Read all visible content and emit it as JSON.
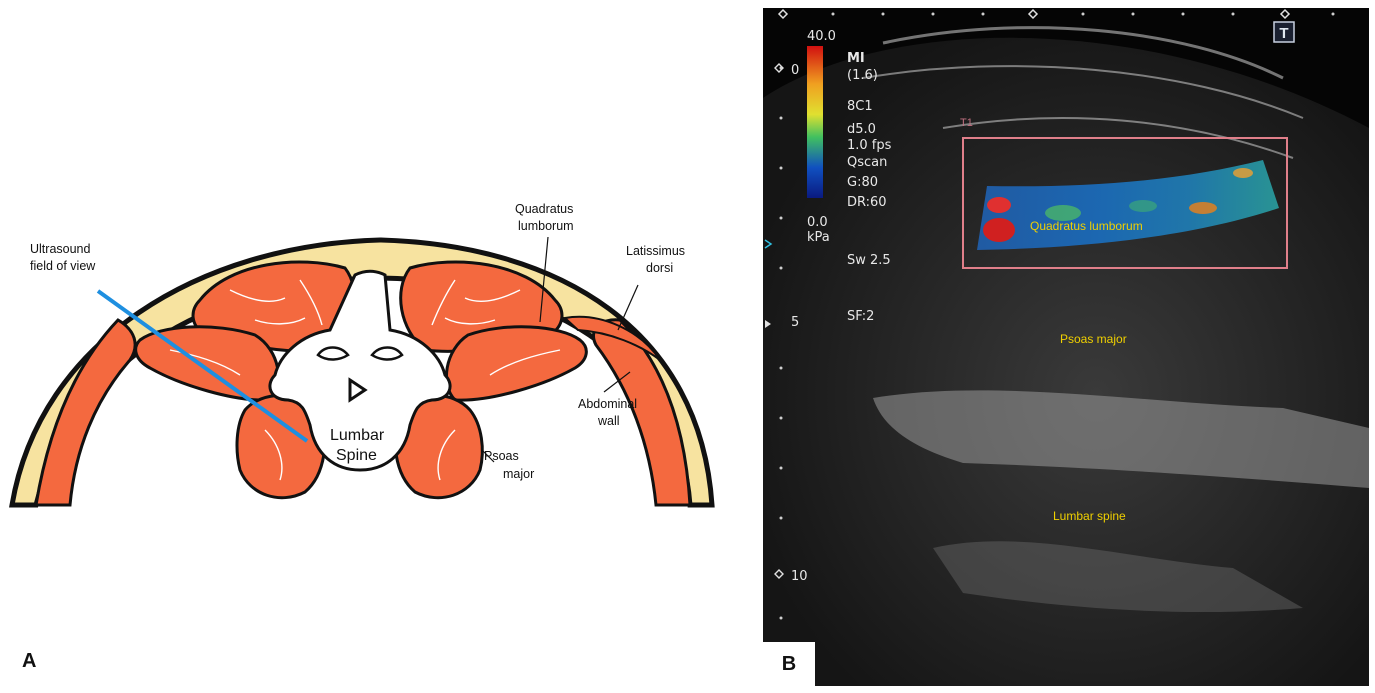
{
  "panel_a": {
    "label": "A",
    "annotations": {
      "ultrasound_line1": "Ultrasound",
      "ultrasound_line2": "field of view",
      "ql_line1": "Quadratus",
      "ql_line2": "lumborum",
      "ld_line1": "Latissimus",
      "ld_line2": "dorsi",
      "aw_line1": "Abdominal",
      "aw_line2": "wall",
      "psoas_line1": "Psoas",
      "psoas_line2": "major",
      "spine_line1": "Lumbar",
      "spine_line2": "Spine"
    },
    "colors": {
      "muscle": "#f4693f",
      "fat": "#f7e3a0",
      "outline": "#111111",
      "probe_line": "#1e8fe0"
    }
  },
  "panel_b": {
    "label": "B",
    "scale_top": "40.0",
    "scale_bottom_value": "0.0",
    "scale_bottom_unit": "kPa",
    "params": [
      "MI",
      "(1.6)",
      "8C1",
      "d5.0",
      "1.0 fps",
      "Qscan",
      "G:80",
      "DR:60"
    ],
    "sw": "Sw 2.5",
    "sf": "SF:2",
    "roi_label": "T1",
    "t_marker": "T",
    "depth_marks": [
      "0",
      "5",
      "10"
    ],
    "structure_labels": {
      "ql": "Quadratus lumborum",
      "psoas": "Psoas major",
      "spine": "Lumbar spine"
    },
    "colors": {
      "label_yellow": "#f0d000",
      "roi_box": "#e07f8a"
    }
  }
}
